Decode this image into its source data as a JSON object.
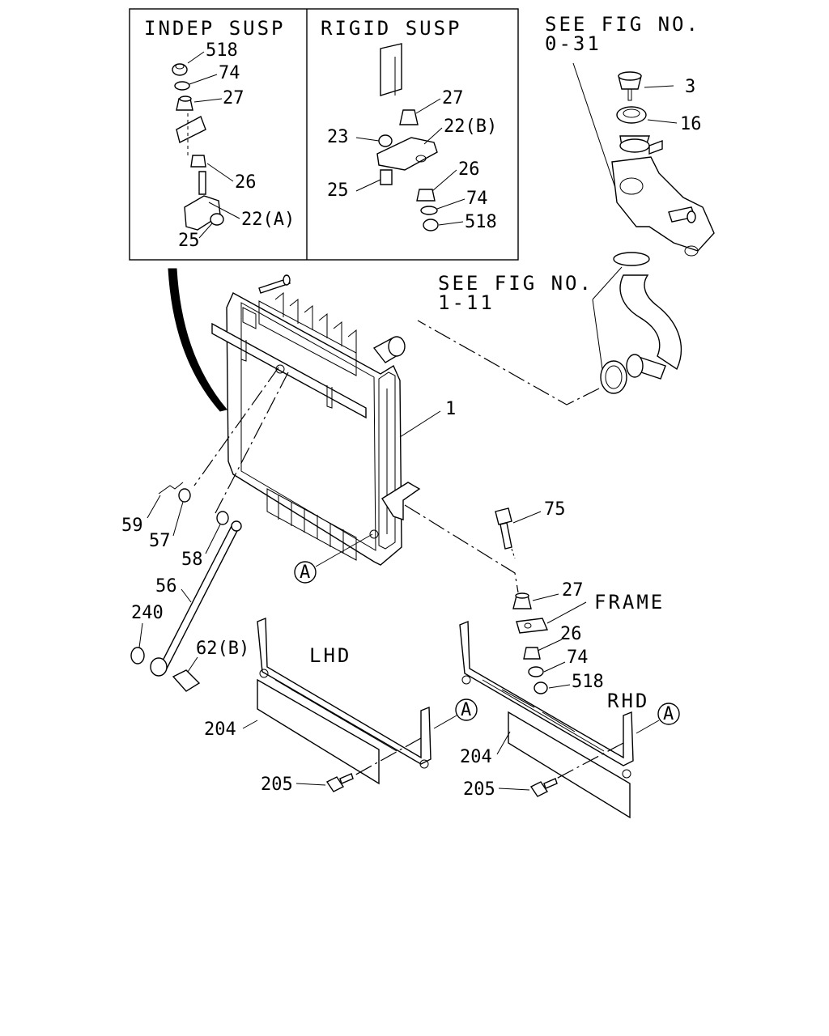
{
  "inset": {
    "left_title": "INDEP SUSP",
    "right_title": "RIGID SUSP",
    "left_parts": [
      "518",
      "74",
      "27",
      "26",
      "22(A)",
      "25"
    ],
    "right_parts": [
      "27",
      "22(B)",
      "23",
      "26",
      "25",
      "74",
      "518"
    ]
  },
  "refs": {
    "fig_031_line1": "SEE FIG NO.",
    "fig_031_line2": "0-31",
    "fig_111_line1": "SEE FIG NO.",
    "fig_111_line2": "1-11"
  },
  "callouts": {
    "p3": "3",
    "p16": "16",
    "p1": "1",
    "p75": "75",
    "p59": "59",
    "p57": "57",
    "p58": "58",
    "p56": "56",
    "p240": "240",
    "p62b": "62(B)",
    "p27": "27",
    "p26": "26",
    "p74": "74",
    "p518": "518",
    "frame": "FRAME",
    "lhd": "LHD",
    "rhd": "RHD",
    "p204_l": "204",
    "p204_r": "204",
    "p205_l": "205",
    "p205_r": "205",
    "ref_a": "A"
  }
}
